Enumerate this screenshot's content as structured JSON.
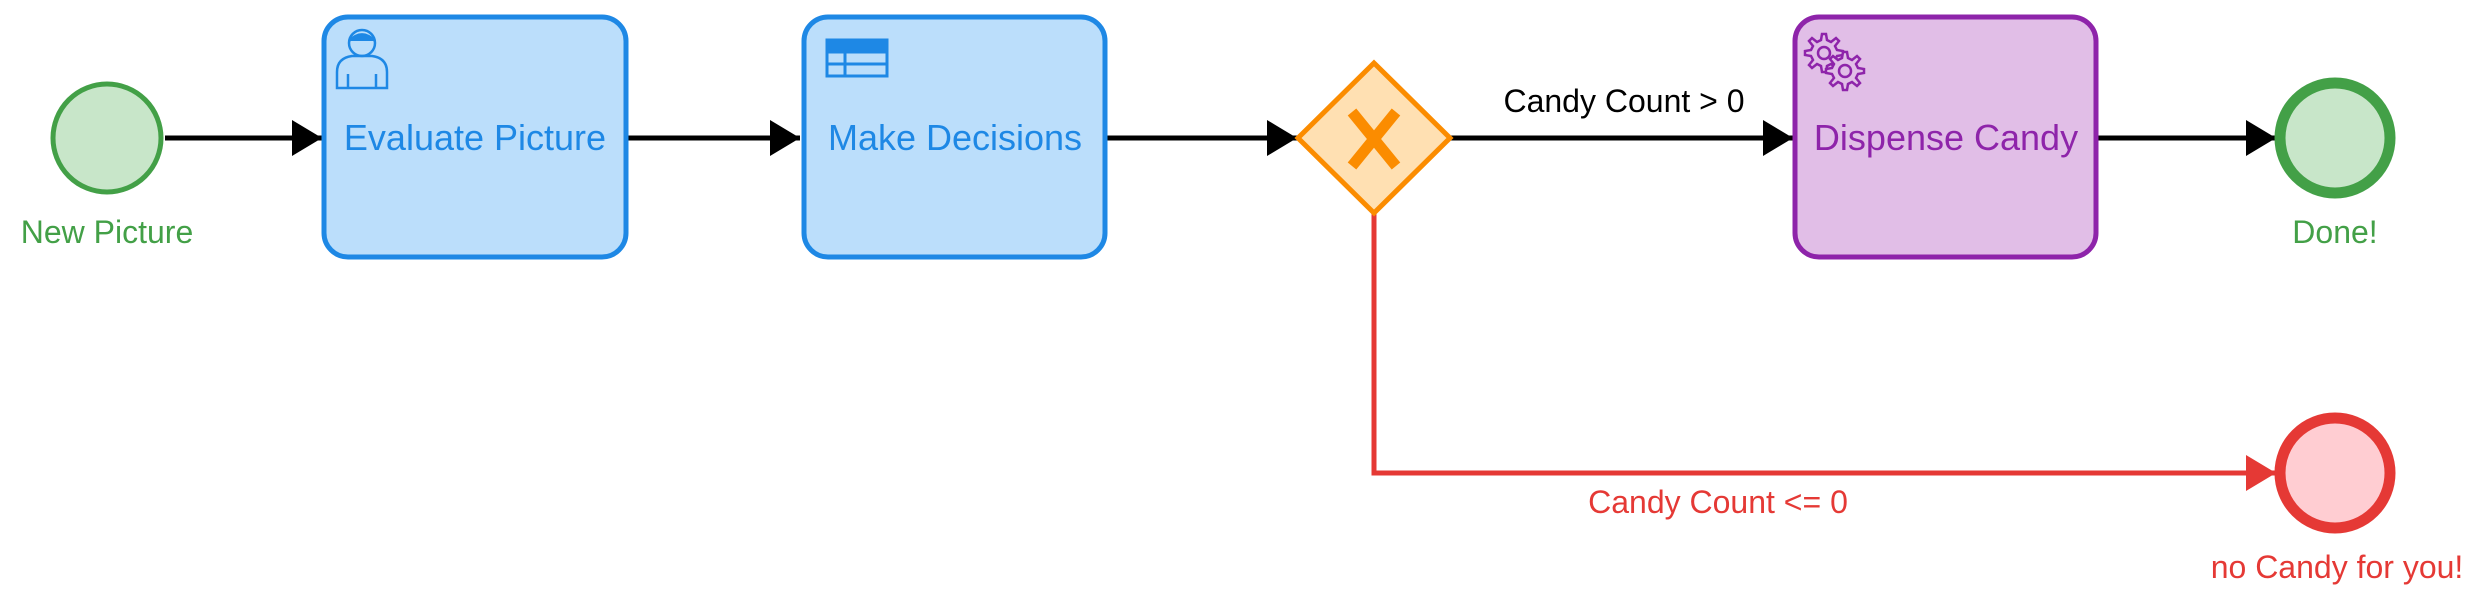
{
  "colors": {
    "start_event_fill": "#c8e6c9",
    "start_event_stroke": "#43a047",
    "end_event_fill": "#c8e6c9",
    "end_event_stroke": "#43a047",
    "error_end_fill": "#ffcdd2",
    "error_end_stroke": "#e53935",
    "task_fill": "#bbdefb",
    "task_stroke": "#1e88e5",
    "service_task_fill": "#e1bee7",
    "service_task_stroke": "#8e24aa",
    "gateway_fill": "#ffe0b2",
    "gateway_stroke": "#fb8c00",
    "flow": "#000000",
    "error_flow": "#e53935"
  },
  "start_event": {
    "label": "New Picture"
  },
  "tasks": [
    {
      "label": "Evaluate Picture",
      "icon": "user-icon"
    },
    {
      "label": "Make Decisions",
      "icon": "decision-table-icon"
    },
    {
      "label": "Dispense Candy",
      "icon": "gear-icon"
    }
  ],
  "gateway": {
    "icon": "exclusive-x-icon"
  },
  "flows": {
    "positive": "Candy Count > 0",
    "negative": "Candy Count <= 0"
  },
  "end_events": {
    "done": "Done!",
    "no_candy": "no Candy for you!"
  }
}
